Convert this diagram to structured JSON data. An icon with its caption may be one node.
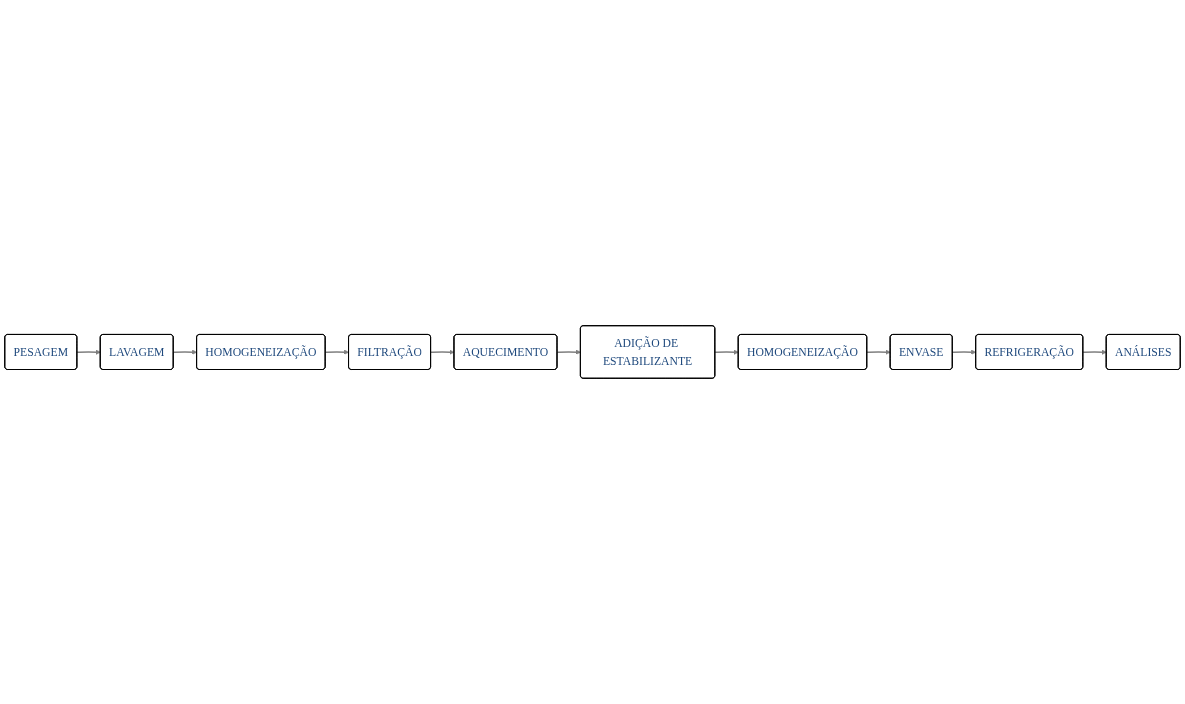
{
  "diagram": {
    "nodes": [
      {
        "text": [
          "PESAGEM"
        ]
      },
      {
        "text": [
          "LAVAGEM"
        ]
      },
      {
        "text": [
          "HOMOGENEIZAÇÃO"
        ]
      },
      {
        "text": [
          "FILTRAÇÃO"
        ]
      },
      {
        "text": [
          "AQUECIMENTO"
        ]
      },
      {
        "text": [
          "ADIÇÃO DE ESTABILIZANTE"
        ]
      },
      {
        "text": [
          "HOMOGENEIZAÇÃO"
        ]
      },
      {
        "text": [
          "ENVASE"
        ]
      },
      {
        "text": [
          "REFRIGERAÇÃO"
        ]
      },
      {
        "text": [
          "ANÁLISES"
        ]
      }
    ],
    "edges": [
      {
        "from": 0,
        "to": 1,
        "arrow": "to"
      },
      {
        "from": 1,
        "to": 2,
        "arrow": "to"
      },
      {
        "from": 2,
        "to": 3,
        "arrow": "to"
      },
      {
        "from": 3,
        "to": 4,
        "arrow": "to"
      },
      {
        "from": 4,
        "to": 5,
        "arrow": "to"
      },
      {
        "from": 5,
        "to": 6,
        "arrow": "to"
      },
      {
        "from": 6,
        "to": 7,
        "arrow": "to"
      },
      {
        "from": 7,
        "to": 8,
        "arrow": "to"
      },
      {
        "from": 8,
        "to": 9,
        "arrow": "to"
      }
    ]
  }
}
